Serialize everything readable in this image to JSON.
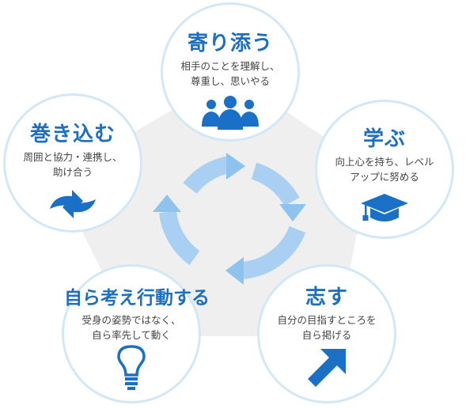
{
  "colors": {
    "title": "#1e6fc0",
    "text": "#444444",
    "circle_border": "#d3e8f6",
    "pentagon": "#efefef",
    "icon": "#1a6fc6",
    "cycle_arrow": "#a9d0f3"
  },
  "nodes": [
    {
      "title": "寄り添う",
      "desc": [
        "相手のことを理解し、",
        "尊重し、思いやる"
      ],
      "icon": "people-icon"
    },
    {
      "title": "学ぶ",
      "desc": [
        "向上心を持ち、レベル",
        "アップに努める"
      ],
      "icon": "graduation-cap-icon"
    },
    {
      "title": "志す",
      "desc": [
        "自分の目指すところを",
        "自ら掲げる"
      ],
      "icon": "arrow-up-right-icon"
    },
    {
      "title": "自ら考え行動する",
      "desc": [
        "受身の姿勢ではなく、",
        "自ら率先して動く"
      ],
      "icon": "lightbulb-icon"
    },
    {
      "title": "巻き込む",
      "desc": [
        "周囲と協力・連携し、",
        "助け合う"
      ],
      "icon": "exchange-arrows-icon"
    }
  ]
}
